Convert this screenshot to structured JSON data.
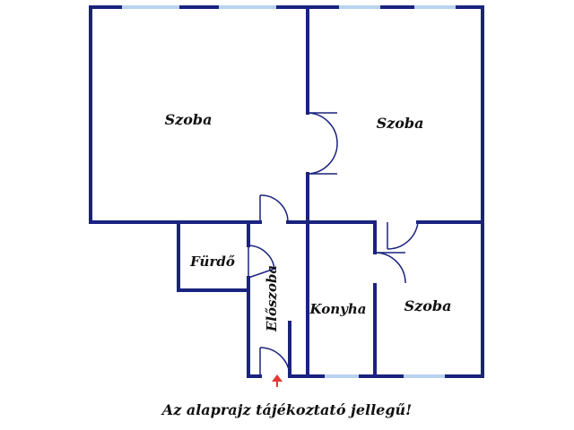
{
  "rooms": {
    "szoba_top_left": "Szoba",
    "szoba_top_right": "Szoba",
    "furdo": "Fürdő",
    "eloszoba": "Előszoba",
    "konyha": "Konyha",
    "szoba_bottom_right": "Szoba"
  },
  "caption": "Az alaprajz tájékoztató jellegű!",
  "colors": {
    "wall": "#1a237e",
    "window": "#b9d3ee",
    "entrance_arrow": "#e53935",
    "label": "#111111"
  }
}
